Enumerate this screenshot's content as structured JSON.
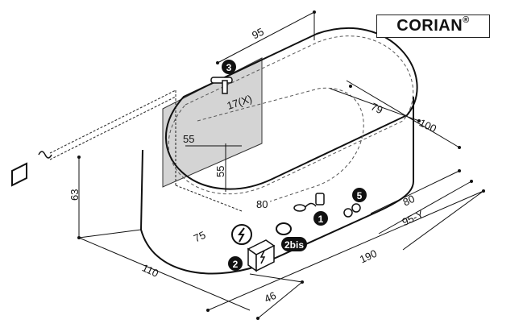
{
  "brand": {
    "name": "CORIAN",
    "mark": "®"
  },
  "dimensions": {
    "top_width": "95",
    "mixer_offset": "17(X)",
    "depth_right": "79",
    "overall_width": "100",
    "wall_horizontal": "55",
    "wall_vertical": "55",
    "height": "63",
    "inner_length": "80",
    "side_80": "80",
    "side_95y": "95-Y",
    "overall_length": "190",
    "supply_offset": "75",
    "front_110": "110",
    "box_46": "46"
  },
  "callouts": [
    "1",
    "2",
    "2bis",
    "3",
    "5"
  ],
  "colors": {
    "line": "#111111",
    "wall_panel": "#d4d4d4",
    "badge": "#111111"
  }
}
